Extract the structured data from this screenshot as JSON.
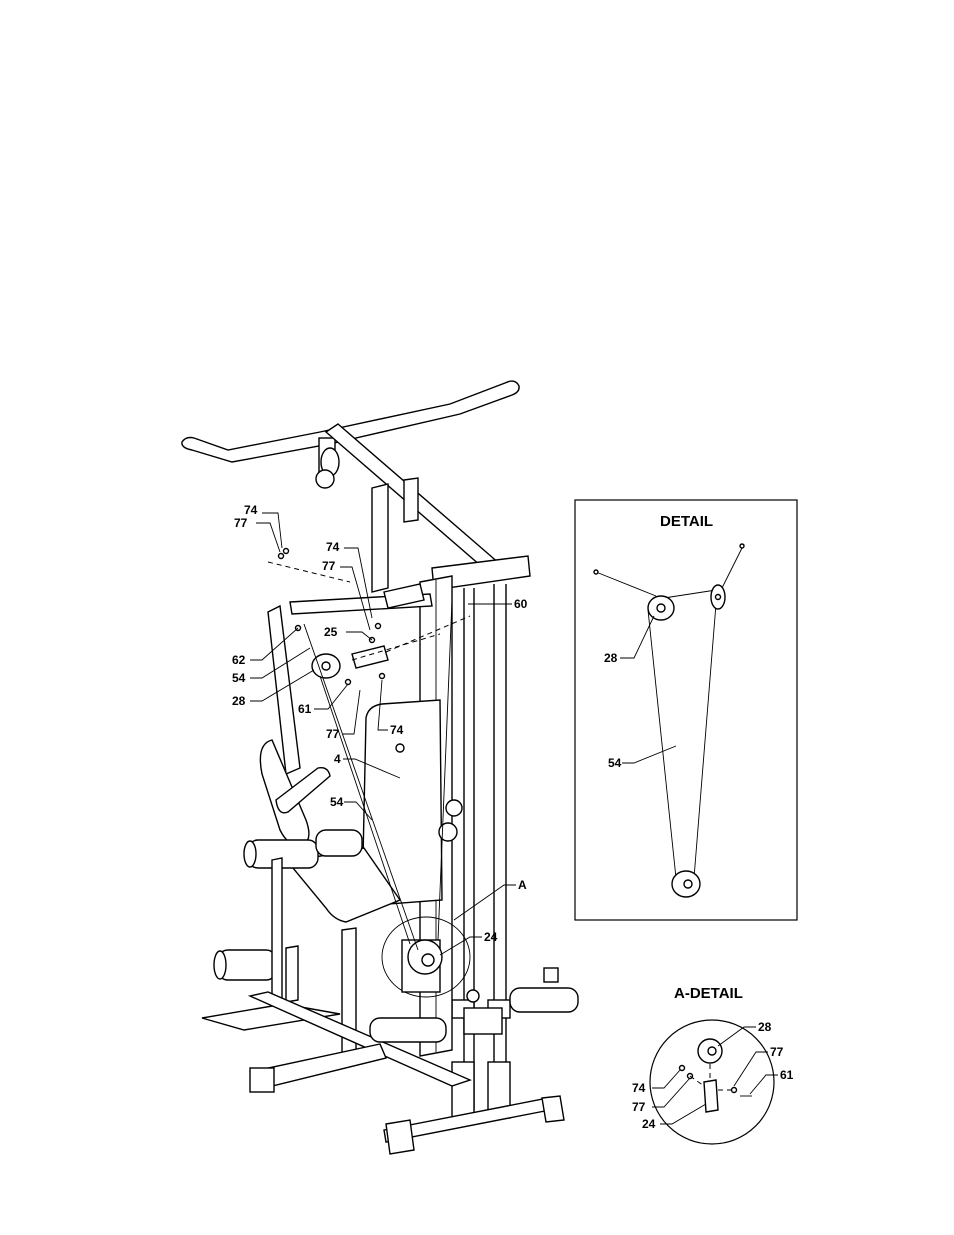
{
  "detail_box": {
    "title": "DETAIL",
    "labels": {
      "pulley": "28",
      "cable": "54"
    }
  },
  "a_detail": {
    "title": "A-DETAIL",
    "labels": {
      "pulley": "28",
      "washer_right": "77",
      "bolt": "61",
      "nut": "74",
      "washer_left": "77",
      "bracket": "24"
    }
  },
  "main": {
    "labels": {
      "p74_top": "74",
      "p77_top": "77",
      "p74_mid": "74",
      "p77_mid": "77",
      "p60": "60",
      "p25": "25",
      "p62": "62",
      "p54_upper": "54",
      "p28": "28",
      "p61": "61",
      "p77_low": "77",
      "p74_low": "74",
      "p4": "4",
      "p54_lower": "54",
      "pA": "A",
      "p24": "24"
    }
  }
}
